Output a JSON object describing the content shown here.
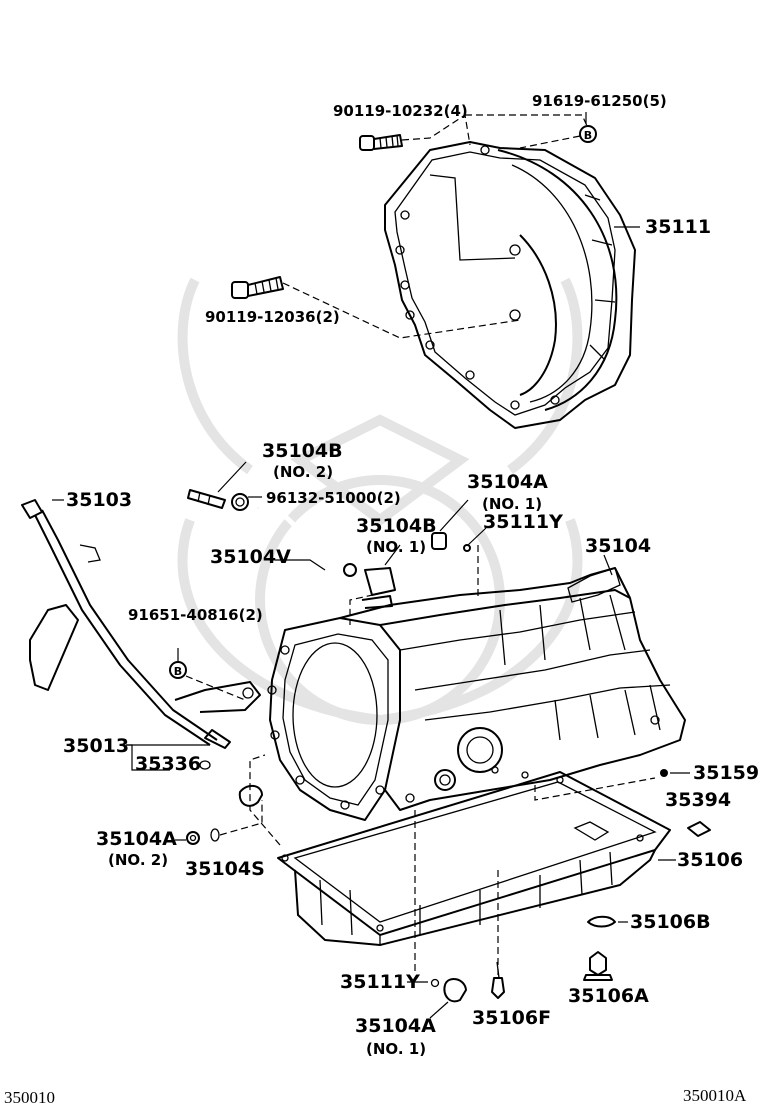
{
  "labels": {
    "bolt_90119_10232": "90119-10232(4)",
    "marker_91619_61250": "91619-61250(5)",
    "housing_35111": "35111",
    "bolt_90119_12036": "90119-12036(2)",
    "p35104B_no2": "35104B",
    "no2_a": "(NO. 2)",
    "p96132": "96132-51000(2)",
    "p35103": "35103",
    "p35104A_no1_top": "35104A",
    "no1_a": "(NO. 1)",
    "p35104B_no1": "35104B",
    "no1_b": "(NO. 1)",
    "p35111Y_top": "35111Y",
    "p35104": "35104",
    "p35104V": "35104V",
    "p91651": "91651-40816(2)",
    "p35013": "35013",
    "p35336": "35336",
    "p35159": "35159",
    "p35394": "35394",
    "p35104A_no2": "35104A",
    "no2_b": "(NO. 2)",
    "p35104S": "35104S",
    "p35106": "35106",
    "p35106B": "35106B",
    "p35111Y_bottom": "35111Y",
    "p35106A": "35106A",
    "p35106F": "35106F",
    "p35104A_no1_bottom": "35104A",
    "no1_c": "(NO. 1)"
  },
  "markers": {
    "marker_b": "B"
  },
  "footer": {
    "left_code": "350010",
    "right_code": "350010A"
  }
}
